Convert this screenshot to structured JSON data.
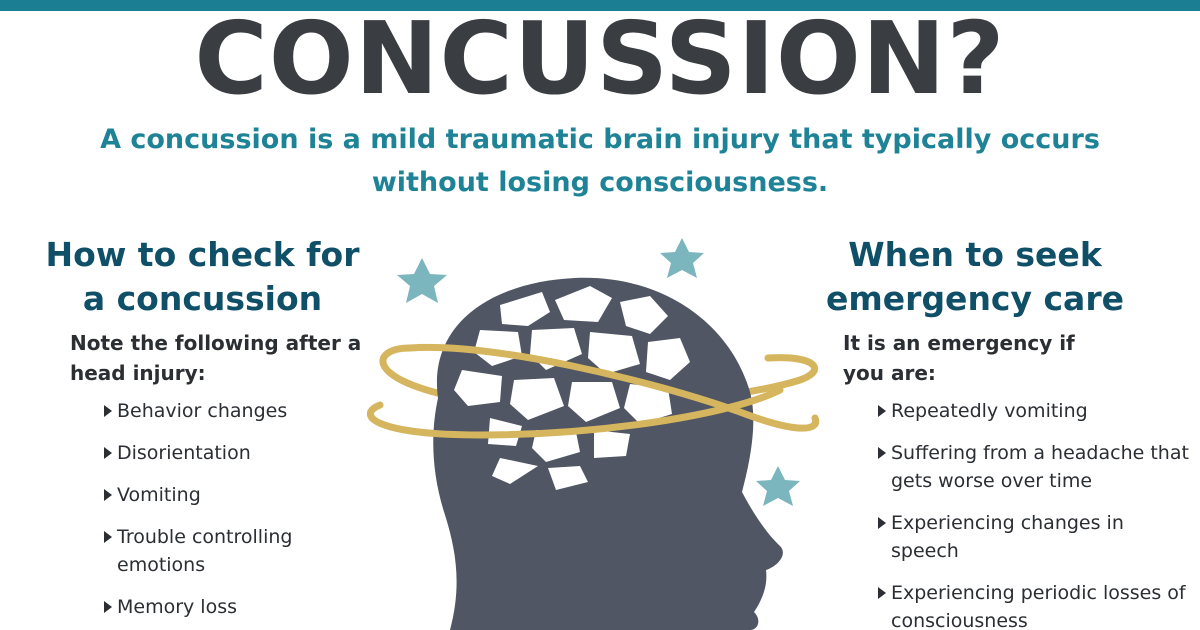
{
  "header": {
    "title": "CONCUSSION?",
    "subtitle": "A concussion is a mild traumatic brain injury that typically occurs without losing consciousness."
  },
  "left": {
    "title": "How to check for a concussion",
    "intro": "Note the following after a head injury:",
    "items": [
      "Behavior changes",
      "Disorientation",
      "Vomiting",
      "Trouble controlling emotions",
      "Memory loss"
    ]
  },
  "right": {
    "title": "When to seek emergency care",
    "intro": "It is an emergency if you are:",
    "items": [
      "Repeatedly vomiting",
      "Suffering from a headache that gets worse over time",
      "Experiencing changes in speech",
      "Experiencing periodic losses of consciousness"
    ]
  },
  "colors": {
    "accent_bar": "#1b7e93",
    "heading": "#3a3d42",
    "subtitle": "#1f8397",
    "column_title": "#0f4f67",
    "head_silhouette": "#505663",
    "orbit_ring": "#d6b55f",
    "star": "#7bb5bd"
  },
  "icons": {
    "illustration": "head-silhouette-with-brain",
    "stars": "star-icon",
    "rings": "orbit-ring",
    "bullets": "triangle-bullet-icon"
  }
}
